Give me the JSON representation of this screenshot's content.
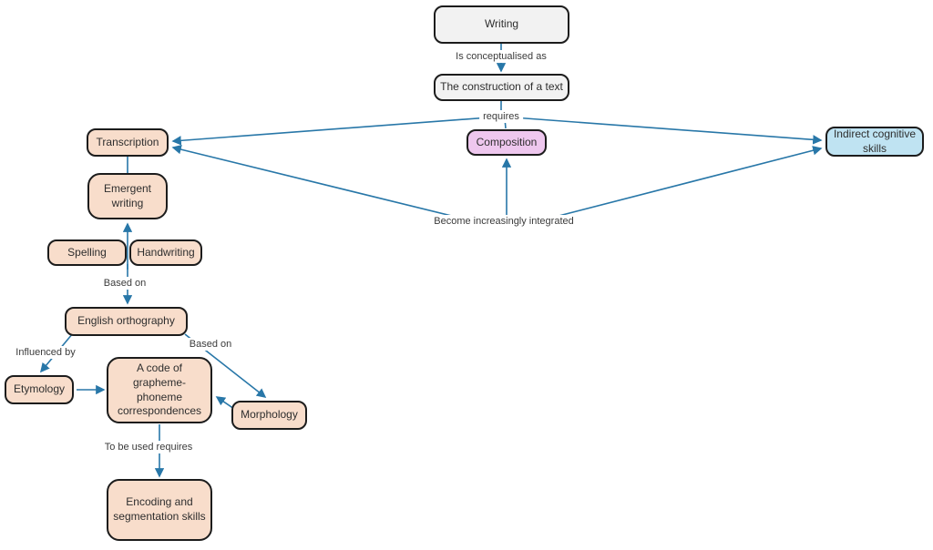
{
  "diagram": {
    "title": "Writing concept map",
    "colors": {
      "arrow": "#2877a8",
      "node_border": "#1c1c1c",
      "gray_fill": "#f2f2f2",
      "peach_fill": "#f8ddcb",
      "pink_fill": "#eec7ee",
      "blue_fill": "#bfe3f2",
      "background": "#ffffff"
    },
    "nodes": {
      "writing": {
        "label": "Writing",
        "fill": "#f2f2f2"
      },
      "construction": {
        "label": "The construction of a text",
        "fill": "#f2f2f2"
      },
      "transcription": {
        "label": "Transcription",
        "fill": "#f8ddcb"
      },
      "composition": {
        "label": "Composition",
        "fill": "#eec7ee"
      },
      "indirect": {
        "label": "Indirect cognitive skills",
        "fill": "#bfe3f2"
      },
      "emergent": {
        "label": "Emergent writing",
        "fill": "#f8ddcb"
      },
      "spelling": {
        "label": "Spelling",
        "fill": "#f8ddcb"
      },
      "handwriting": {
        "label": "Handwriting",
        "fill": "#f8ddcb"
      },
      "orthography": {
        "label": "English orthography",
        "fill": "#f8ddcb"
      },
      "etymology": {
        "label": "Etymology",
        "fill": "#f8ddcb"
      },
      "code": {
        "label": "A code of grapheme-phoneme correspondences",
        "fill": "#f8ddcb"
      },
      "morphology": {
        "label": "Morphology",
        "fill": "#f8ddcb"
      },
      "encoding": {
        "label": "Encoding and segmentation skills",
        "fill": "#f8ddcb"
      }
    },
    "edge_labels": {
      "conceptualised": "Is conceptualised as",
      "requires": "requires",
      "integrated": "Become increasingly integrated",
      "based_on_spelling": "Based on",
      "influenced_by": "Influenced by",
      "based_on_orthography": "Based on",
      "to_be_used": "To be used requires"
    }
  }
}
